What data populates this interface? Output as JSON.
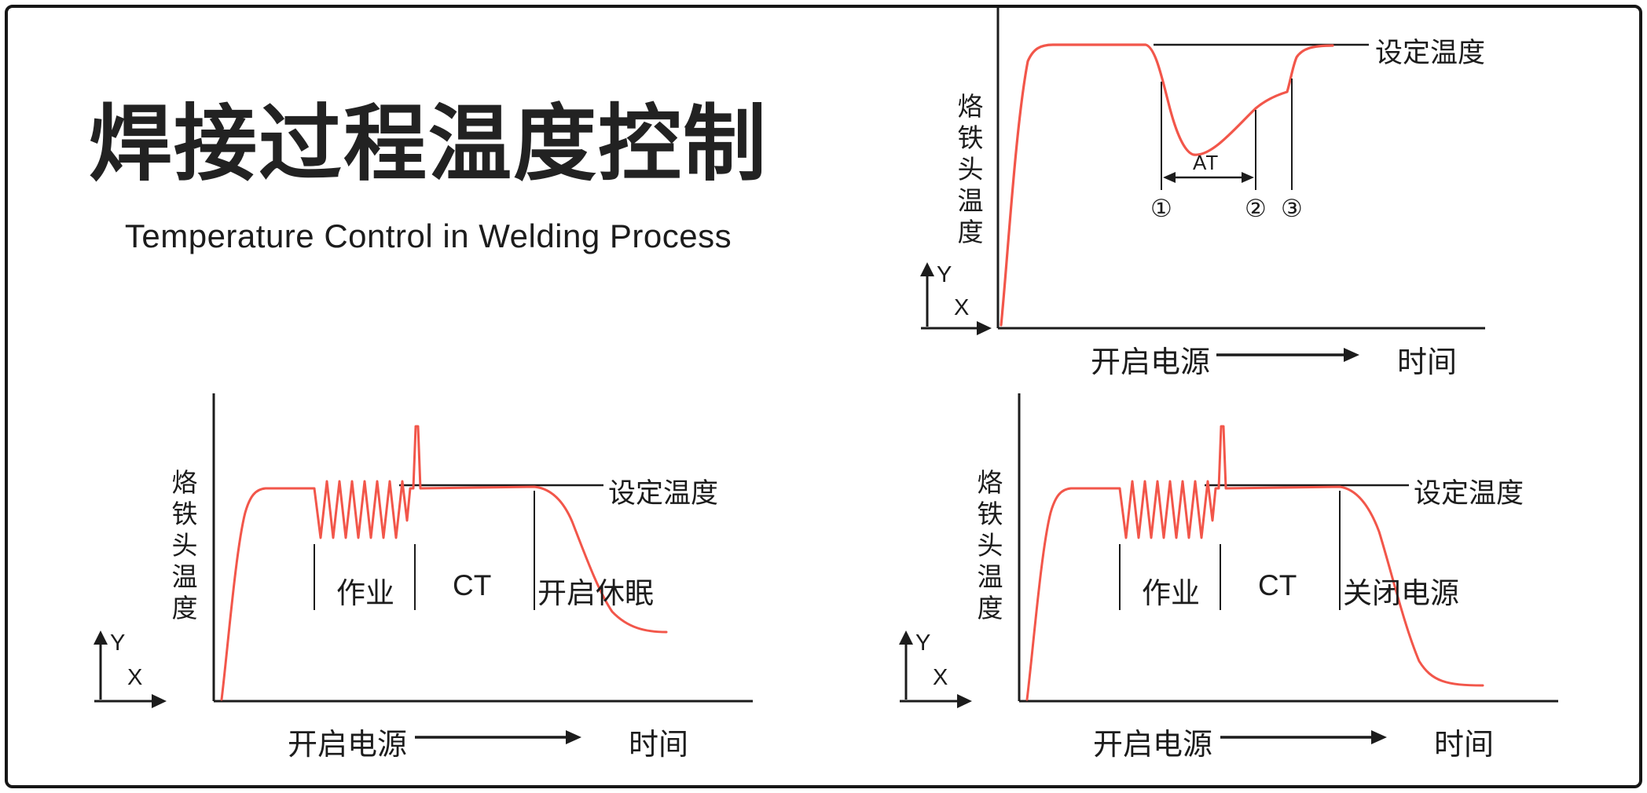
{
  "page": {
    "background": "#ffffff",
    "border_color": "#161616"
  },
  "colors": {
    "curve_red": "#f2564a",
    "ink": "#1c1c1c"
  },
  "header": {
    "title_zh": "焊接过程温度控制",
    "subtitle_en": "Temperature Control in Welding Process"
  },
  "charts": {
    "warmup": {
      "y_axis_label": "烙铁头温度",
      "set_temp_label": "设定温度",
      "at_label": "AT",
      "step_markers": [
        "①",
        "②",
        "③"
      ],
      "power_label": "开启电源",
      "time_label": "时间",
      "mini_axis_y": "Y",
      "mini_axis_x": "X"
    },
    "sleep": {
      "y_axis_label": "烙铁头温度",
      "set_temp_label": "设定温度",
      "work_label": "作业",
      "ct_label": "CT",
      "tail_label": "开启休眠",
      "power_label": "开启电源",
      "time_label": "时间",
      "mini_axis_y": "Y",
      "mini_axis_x": "X"
    },
    "poweroff": {
      "y_axis_label": "烙铁头温度",
      "set_temp_label": "设定温度",
      "work_label": "作业",
      "ct_label": "CT",
      "tail_label": "关闭电源",
      "power_label": "开启电源",
      "time_label": "时间",
      "mini_axis_y": "Y",
      "mini_axis_x": "X"
    }
  }
}
